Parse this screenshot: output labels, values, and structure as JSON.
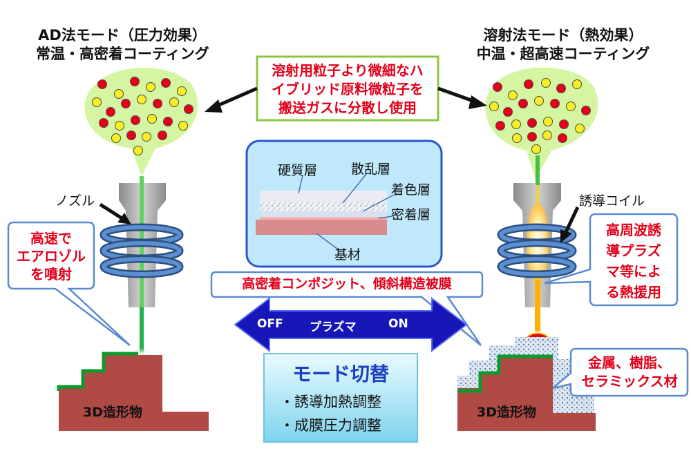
{
  "left_title": [
    "AD法モード（圧力効果）",
    "常温・高密着コーティング"
  ],
  "right_title": [
    "溶射法モード（熱効果）",
    "中温・超高速コーティング"
  ],
  "center_box_lines": [
    "溶射用粒子より微細なハ",
    "イブリッド原料微粒子を",
    "搬送ガスに分散し使用"
  ],
  "nozzle_label": "ノズル",
  "coil_label": "誘導コイル",
  "left_callout": [
    "高速で",
    "エアロゾル",
    "を噴射"
  ],
  "right_callout": [
    "高周波誘",
    "導プラズ",
    "マ等によ",
    "る熱援用"
  ],
  "layers": {
    "hard": "硬質層",
    "scatter": "散乱層",
    "color": "着色層",
    "adhesion": "密着層",
    "substrate": "基材"
  },
  "composite_label": "高密着コンポジット、傾斜構造被膜",
  "arrow": {
    "off": "OFF",
    "plasma": "プラズマ",
    "on": "ON"
  },
  "mode_title": "モード切替",
  "mode_items": [
    "・誘導加熱調整",
    "・成膜圧力調整"
  ],
  "materials_callout": [
    "金属、樹脂、",
    "セラミックス材"
  ],
  "object_label_left": "3D造形物",
  "object_label_right": "3D造形物",
  "colors": {
    "accent_red": "#e2001a",
    "bubble": "#d5f5a3",
    "particle_red": "#e8001a",
    "particle_yellow": "#f7ef24",
    "coil_blue": "#4e7fbd",
    "arrow_blue": "#1717b8",
    "substrate_red": "#b04a45",
    "green_layer": "#0a9b2e"
  },
  "icons": [
    "coil-icon",
    "nozzle-icon",
    "arrow-icon"
  ]
}
